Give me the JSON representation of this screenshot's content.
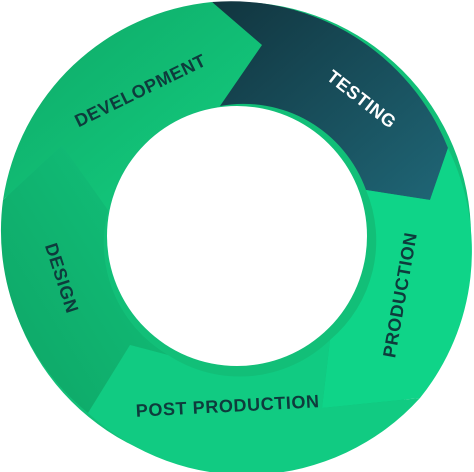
{
  "diagram": {
    "stages": [
      {
        "id": "design",
        "label": "DESIGN",
        "color": "#16b872",
        "text_color": "#0e3b3c"
      },
      {
        "id": "development",
        "label": "DEVELOPMENT",
        "color": "#14c47a",
        "text_color": "#0e3b3c"
      },
      {
        "id": "testing",
        "label": "TESTING",
        "color": "#1c5a6a",
        "text_color": "#ffffff"
      },
      {
        "id": "production",
        "label": "PRODUCTION",
        "color": "#0fd488",
        "text_color": "#0e3b3c"
      },
      {
        "id": "post_production",
        "label": "POST PRODUCTION",
        "color": "#10cf84",
        "text_color": "#0e3b3c"
      }
    ]
  }
}
